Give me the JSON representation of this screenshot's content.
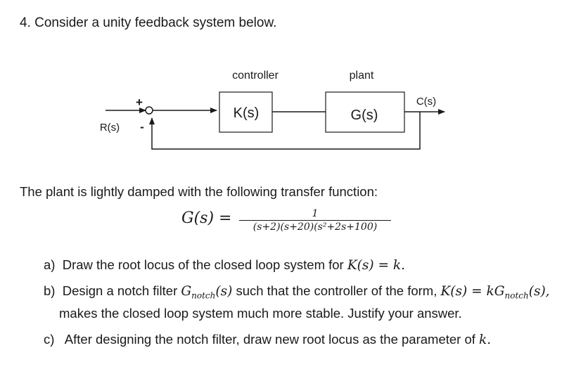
{
  "question": {
    "title": "4. Consider a unity feedback system below."
  },
  "diagram": {
    "controller_label": "controller",
    "plant_label": "plant",
    "controller_block": "K(s)",
    "plant_block": "G(s)",
    "input_label": "R(s)",
    "output_label": "C(s)",
    "plus_sign": "+",
    "minus_sign": "-"
  },
  "body": {
    "intro": "The plant is lightly damped with the following transfer function:",
    "transfer_lhs": "G(s) =",
    "transfer_numerator": "1",
    "transfer_denominator": "(s+2)(s+20)(s²+2s+100)"
  },
  "parts": {
    "a_text": "a)  Draw the root locus of the closed loop system for ",
    "a_math": "K(s) = k.",
    "b_text_1": "b)  Design a notch filter ",
    "b_math_1": "G",
    "b_sub_1": "notch",
    "b_math_1_arg": "(s)",
    "b_text_2": " such that the controller of the form, ",
    "b_math_2": "K(s) = kG",
    "b_sub_2": "notch",
    "b_math_2_arg": "(s),",
    "b_text_3": "makes the closed loop system much more stable. Justify your answer.",
    "c_text": "c)   After designing the notch filter, draw new root locus as the parameter of ",
    "c_math": "k."
  }
}
